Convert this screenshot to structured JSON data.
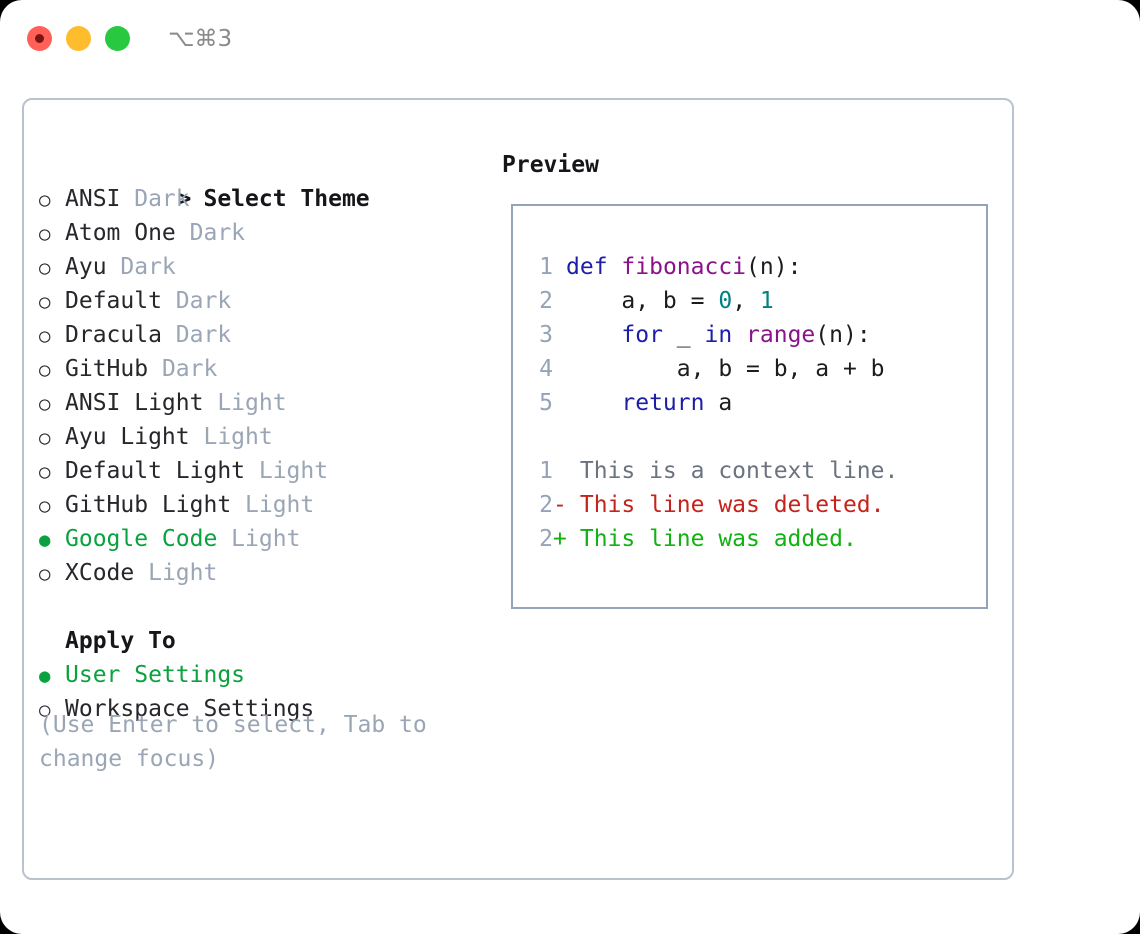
{
  "window": {
    "shortcut_label": "⌥⌘3",
    "traffic_lights": [
      "close",
      "minimize",
      "maximize"
    ]
  },
  "theme_picker": {
    "header_marker": ">",
    "header_label": "Select Theme",
    "selected_theme": "Google Code",
    "items": [
      {
        "marker": "○",
        "name": "ANSI",
        "kind": "Dark",
        "selected": false
      },
      {
        "marker": "○",
        "name": "Atom One",
        "kind": "Dark",
        "selected": false
      },
      {
        "marker": "○",
        "name": "Ayu",
        "kind": "Dark",
        "selected": false
      },
      {
        "marker": "○",
        "name": "Default",
        "kind": "Dark",
        "selected": false
      },
      {
        "marker": "○",
        "name": "Dracula",
        "kind": "Dark",
        "selected": false
      },
      {
        "marker": "○",
        "name": "GitHub",
        "kind": "Dark",
        "selected": false
      },
      {
        "marker": "○",
        "name": "ANSI Light",
        "kind": "Light",
        "selected": false
      },
      {
        "marker": "○",
        "name": "Ayu Light",
        "kind": "Light",
        "selected": false
      },
      {
        "marker": "○",
        "name": "Default Light",
        "kind": "Light",
        "selected": false
      },
      {
        "marker": "○",
        "name": "GitHub Light",
        "kind": "Light",
        "selected": false
      },
      {
        "marker": "●",
        "name": "Google Code",
        "kind": "Light",
        "selected": true
      },
      {
        "marker": "○",
        "name": "XCode",
        "kind": "Light",
        "selected": false
      }
    ]
  },
  "apply_to": {
    "header_label": "Apply To",
    "selected_option": "User Settings",
    "options": [
      {
        "marker": "●",
        "label": "User Settings",
        "selected": true
      },
      {
        "marker": "○",
        "label": "Workspace Settings",
        "selected": false
      }
    ]
  },
  "hint": {
    "text": "(Use Enter to select, Tab to change focus)"
  },
  "preview": {
    "title": "Preview",
    "code_lines": [
      {
        "lineno": "1",
        "gutter": " ",
        "tokens": [
          {
            "t": "def",
            "c": "kw"
          },
          {
            "t": " ",
            "c": "pl"
          },
          {
            "t": "fibonacci",
            "c": "fn"
          },
          {
            "t": "(n):",
            "c": "pl"
          }
        ]
      },
      {
        "lineno": "2",
        "gutter": " ",
        "tokens": [
          {
            "t": "    a, b = ",
            "c": "pl"
          },
          {
            "t": "0",
            "c": "num"
          },
          {
            "t": ", ",
            "c": "pl"
          },
          {
            "t": "1",
            "c": "num"
          }
        ]
      },
      {
        "lineno": "3",
        "gutter": " ",
        "tokens": [
          {
            "t": "    ",
            "c": "pl"
          },
          {
            "t": "for",
            "c": "kw"
          },
          {
            "t": " _ ",
            "c": "pl"
          },
          {
            "t": "in",
            "c": "kw"
          },
          {
            "t": " ",
            "c": "pl"
          },
          {
            "t": "range",
            "c": "fn"
          },
          {
            "t": "(n):",
            "c": "pl"
          }
        ]
      },
      {
        "lineno": "4",
        "gutter": " ",
        "tokens": [
          {
            "t": "        a, b = b, a + b",
            "c": "pl"
          }
        ]
      },
      {
        "lineno": "5",
        "gutter": " ",
        "tokens": [
          {
            "t": "    ",
            "c": "pl"
          },
          {
            "t": "return",
            "c": "kw"
          },
          {
            "t": " a",
            "c": "pl"
          }
        ]
      }
    ],
    "diff_lines": [
      {
        "lineno": "1",
        "gutter": " ",
        "text": " This is a context line.",
        "cls": "ctx"
      },
      {
        "lineno": "2",
        "gutter": "-",
        "text": " This line was deleted.",
        "cls": "del"
      },
      {
        "lineno": "2",
        "gutter": "+",
        "text": " This line was added.",
        "cls": "add"
      }
    ]
  },
  "colors": {
    "accent_green": "#0aa13f",
    "muted": "#9aa5b5",
    "keyword": "#1d1da8",
    "function": "#8b128b",
    "number": "#018080",
    "diff_add": "#11b211",
    "diff_del": "#c5231b",
    "panel_border": "#b9c2ce",
    "preview_border": "#94a3b8"
  }
}
